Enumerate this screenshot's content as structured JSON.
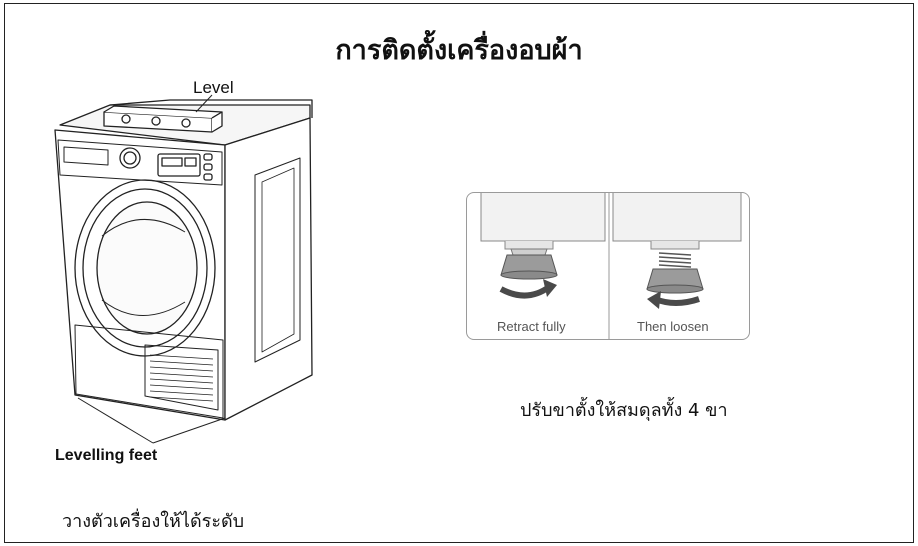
{
  "title": "การติดตั้งเครื่องอบผ้า",
  "dryer_illustration": {
    "level_label": "Level",
    "feet_label": "Levelling feet"
  },
  "caption_left": "วางตัวเครื่องให้ได้ระดับ",
  "feet_panels": {
    "retract_label": "Retract fully",
    "loosen_label": "Then loosen"
  },
  "caption_right": "ปรับขาตั้งให้สมดุลทั้ง 4 ขา"
}
